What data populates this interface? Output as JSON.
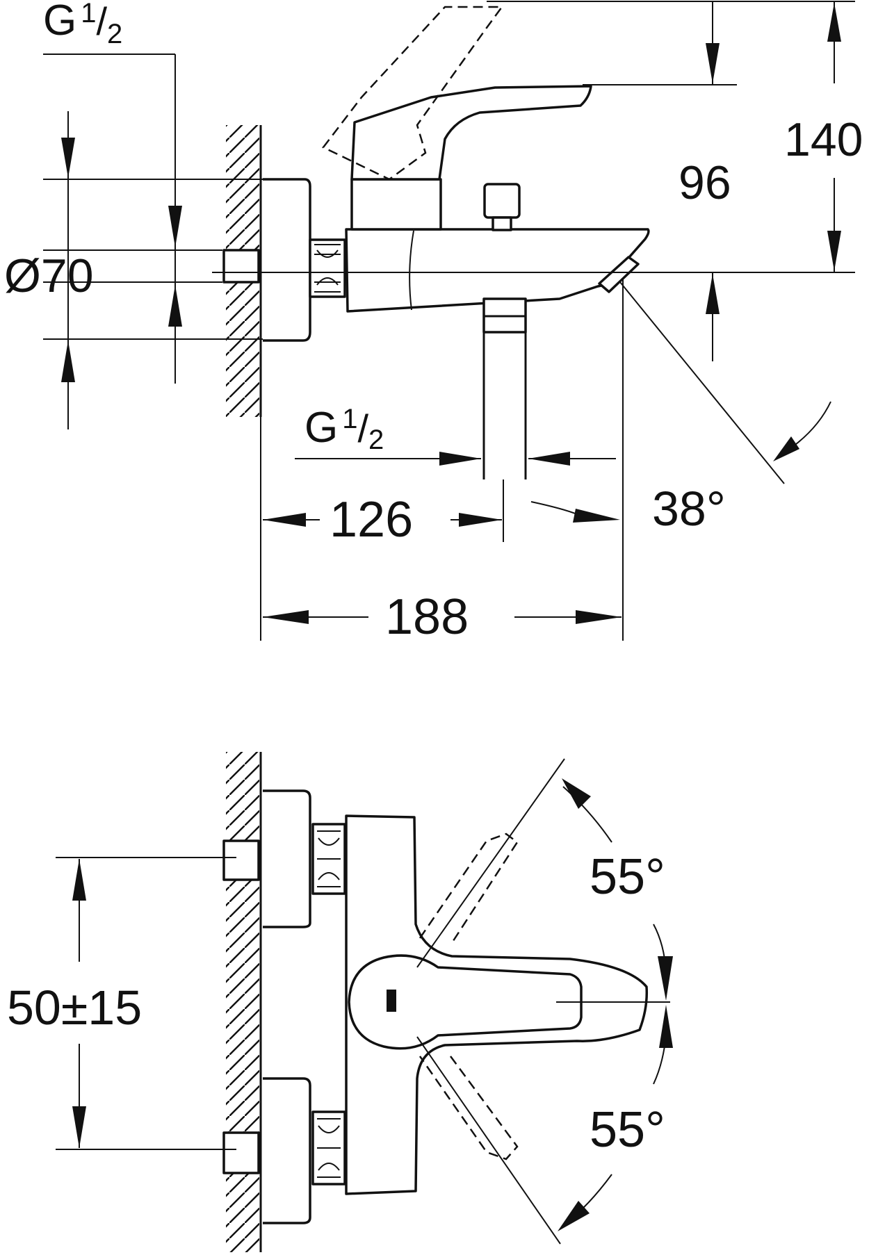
{
  "side_view": {
    "thread_top": {
      "main": "G",
      "num": "1",
      "den": "2"
    },
    "diameter": "Ø70",
    "height_140": "140",
    "height_96": "96",
    "thread_bottom": {
      "main": "G",
      "num": "1",
      "den": "2"
    },
    "dim_126": "126",
    "dim_188": "188",
    "angle_38": "38°"
  },
  "front_view": {
    "dim_50_15": "50±15",
    "angle_upper": "55°",
    "angle_lower": "55°"
  },
  "colors": {
    "line": "#111111",
    "background": "#ffffff"
  }
}
